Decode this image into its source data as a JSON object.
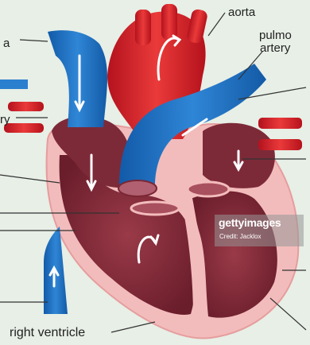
{
  "labels": {
    "aorta": "aorta",
    "pulmonary_line1": "pulmo",
    "pulmonary_line2": "artery",
    "right_ventricle": "right ventricle",
    "left_fragment_a": "a",
    "left_fragment_ry": "ry"
  },
  "watermark": {
    "logo": "gettyimages",
    "credit": "Credit: Jacklox"
  },
  "colors": {
    "background": "#e7efe6",
    "blood_blue": "#1f6fc2",
    "blood_red": "#d6202a",
    "muscle": "#7a2634",
    "wall": "#f2b8b8"
  }
}
